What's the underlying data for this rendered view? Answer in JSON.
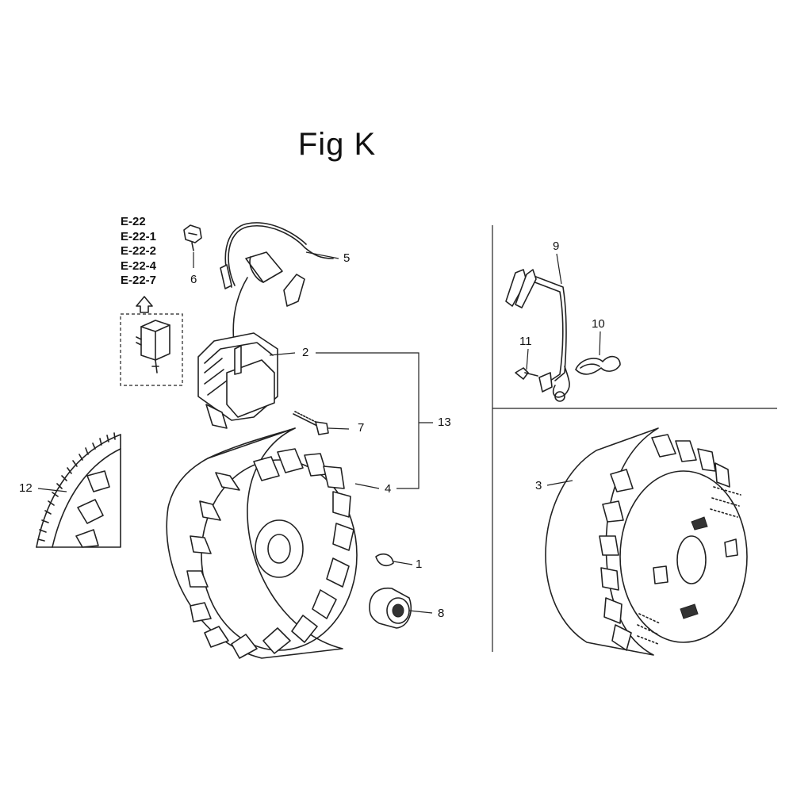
{
  "figure": {
    "title": "Fig K"
  },
  "reference_codes": [
    "E-22",
    "E-22-1",
    "E-22-2",
    "E-22-4",
    "E-22-7"
  ],
  "callouts": {
    "c1": "1",
    "c2": "2",
    "c3": "3",
    "c4": "4",
    "c5": "5",
    "c6": "6",
    "c7": "7",
    "c8": "8",
    "c9": "9",
    "c10": "10",
    "c11": "11",
    "c12": "12",
    "c13": "13"
  }
}
